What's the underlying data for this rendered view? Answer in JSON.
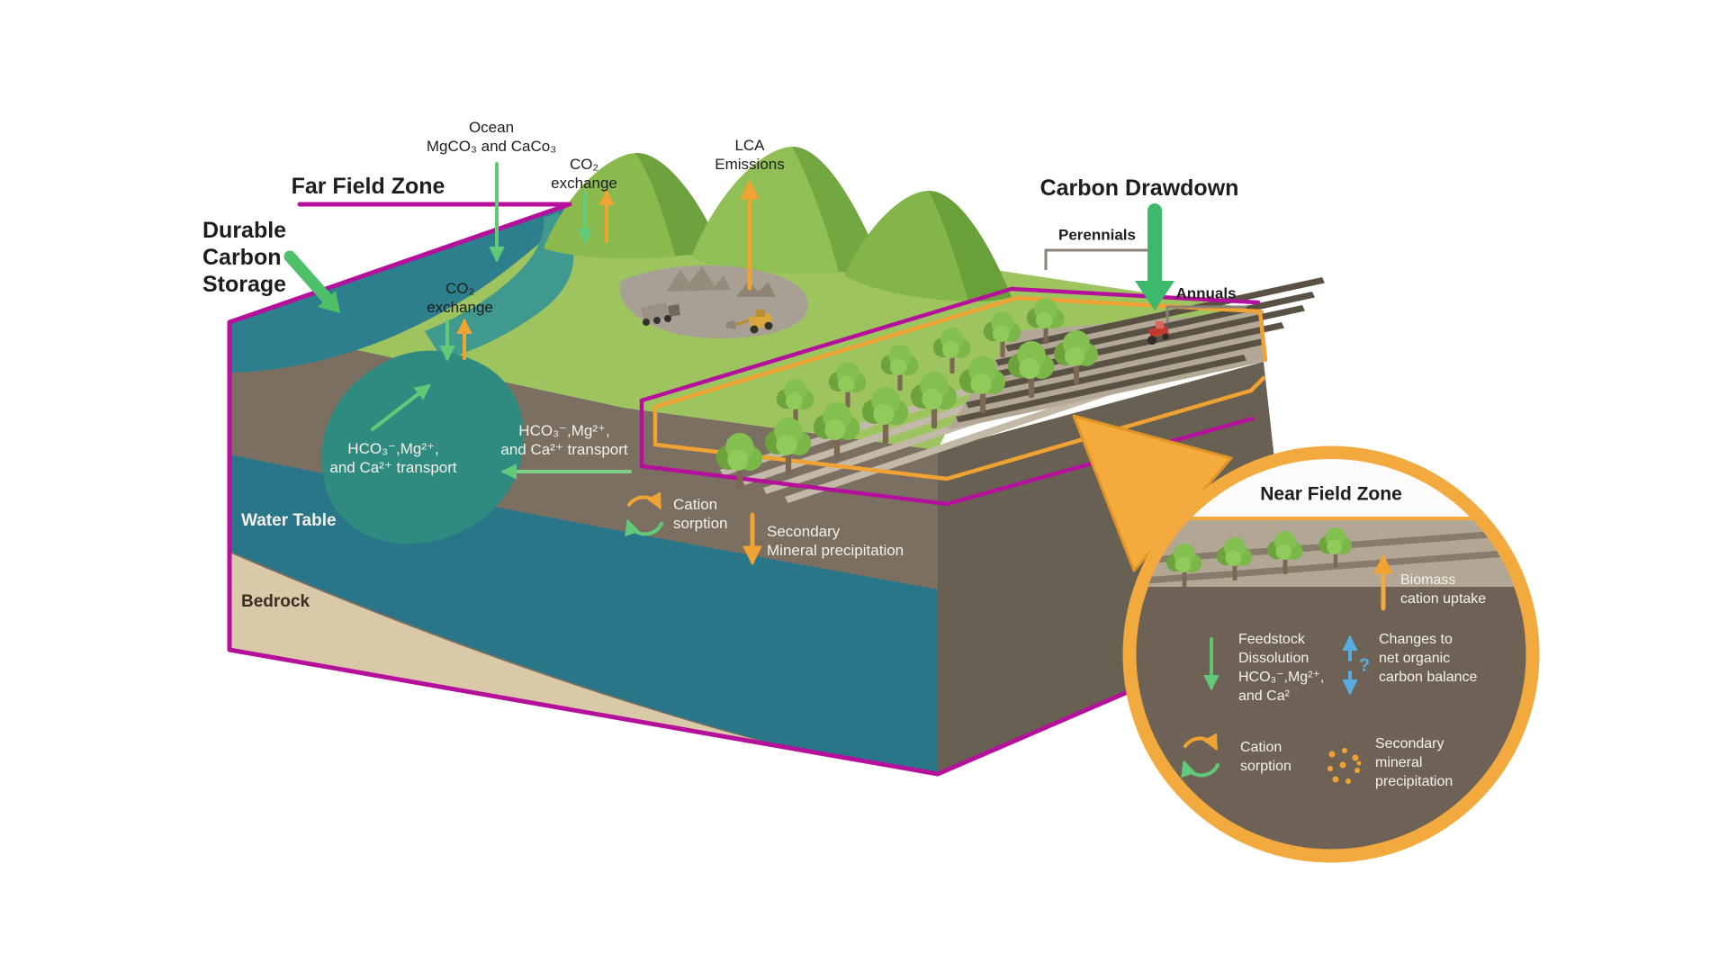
{
  "labels": {
    "far_field_zone": "Far Field Zone",
    "durable_carbon_storage": "Durable\nCarbon\nStorage",
    "ocean": "Ocean\nMgCO₃ and CaCo₃",
    "co2_exchange_upper": "CO₂\nexchange",
    "co2_exchange_lower": "CO₂\nexchange",
    "lca_emissions": "LCA\nEmissions",
    "carbon_drawdown": "Carbon Drawdown",
    "perennials": "Perennials",
    "annuals": "Annuals",
    "transport_plume": "HCO₃⁻,Mg²⁺,\nand Ca²⁺ transport",
    "transport_soil": "HCO₃⁻,Mg²⁺,\nand Ca²⁺ transport",
    "cation_sorption": "Cation\nsorption",
    "secondary_mineral_precipitation": "Secondary\nMineral precipitation",
    "water_table": "Water Table",
    "bedrock": "Bedrock"
  },
  "near_field_zone": {
    "title": "Near Field Zone",
    "biomass_cation_uptake": "Biomass\ncation uptake",
    "feedstock_dissolution": "Feedstock\nDissolution\nHCO₃⁻,Mg²⁺,\nand Ca²",
    "question_mark": "?",
    "organic_carbon_balance": "Changes to\nnet organic\ncarbon balance",
    "cation_sorption": "Cation\nsorption",
    "secondary_mineral": "Secondary\nmineral\nprecipitation"
  },
  "icons": {
    "cation_sorption_cycle": "circular-exchange-arrows",
    "secondary_mineral_dots": "orange-dot-cluster",
    "near_field_callout": "magnifier-wedge",
    "down_arrow_green": "co2-uptake-arrow",
    "up_arrow_orange": "emission-arrow",
    "question_arrows_blue": "uncertain-flux-arrows"
  },
  "colors": {
    "magenta_outline": "#b5109c",
    "orange_outline": "#f0a232",
    "green_arrow_dark": "#3cb96a",
    "green_arrow": "#62c979",
    "green_arrow_light": "#7cd08a",
    "blue_arrow": "#59ace0",
    "grass": "#9dc45f",
    "hill_green": "#84b54a",
    "soil_front": "#7b6f61",
    "soil_right": "#696054",
    "soil_circle": "#6e6256",
    "water_table": "#2a7689",
    "plume": "#2f8b80",
    "river": "#3f998e",
    "bedrock": "#d9c9a9",
    "quarry": "#a9a095",
    "text_dark": "#1e1d1b",
    "text_light": "#f4f1ea"
  }
}
